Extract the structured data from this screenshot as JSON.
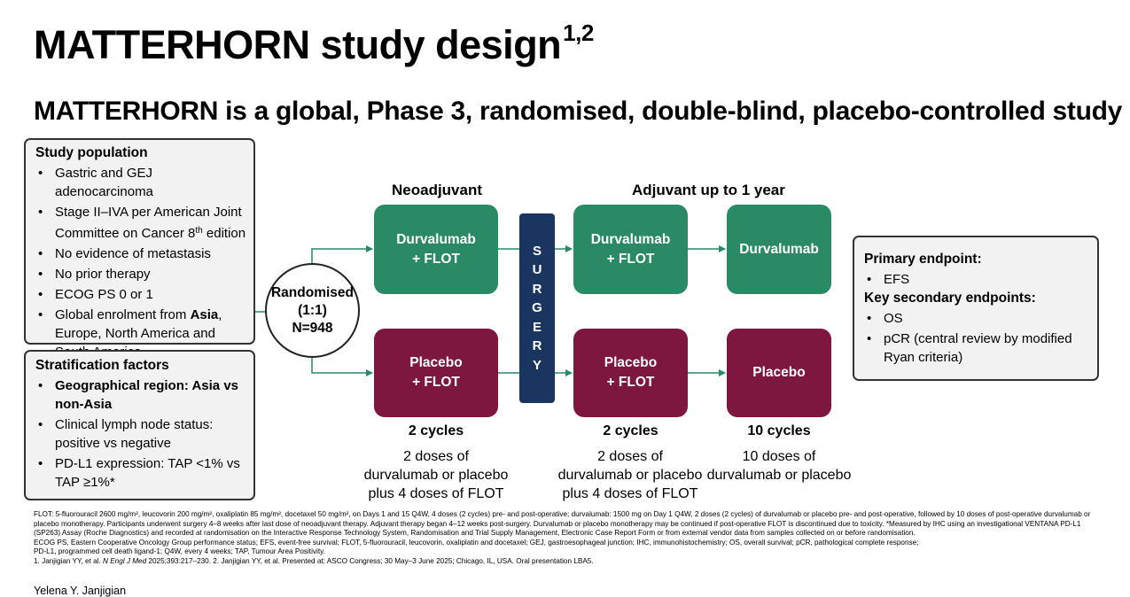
{
  "slide": {
    "title": "MATTERHORN study design",
    "title_sup": "1,2",
    "subtitle": "MATTERHORN is a global, Phase 3, randomised, double-blind, placebo-controlled study"
  },
  "study_population": {
    "heading": "Study population",
    "items": [
      "Gastric and GEJ adenocarcinoma",
      "No evidence of metastasis",
      "No prior therapy",
      "ECOG PS 0 or 1"
    ],
    "stage_item": {
      "pre": "Stage II–IVA per American Joint Committee on Cancer 8",
      "sup": "th",
      "post": " edition"
    },
    "global_item": {
      "pre": "Global enrolment from ",
      "bold": "Asia",
      "post": ", Europe, North America and South America"
    }
  },
  "stratification": {
    "heading": "Stratification factors",
    "items": [
      "Geographical region: Asia vs non-Asia",
      "Clinical lymph node status: positive vs negative",
      "PD-L1 expression: TAP <1% vs TAP ≥1%*"
    ]
  },
  "randomisation": {
    "label": "Randomised\n(1:1)\nN=948"
  },
  "phases": {
    "neoadjuvant": "Neoadjuvant",
    "adjuvant": "Adjuvant up to 1 year"
  },
  "surgery_letters": [
    "S",
    "U",
    "R",
    "G",
    "E",
    "R",
    "Y"
  ],
  "arms": {
    "durva_flot_neo": "Durvalumab\n+ FLOT",
    "durva_flot_adj": "Durvalumab\n+ FLOT",
    "durva_mono": "Durvalumab",
    "placebo_flot_neo": "Placebo\n+ FLOT",
    "placebo_flot_adj": "Placebo\n+ FLOT",
    "placebo_mono": "Placebo"
  },
  "cycles": {
    "neo": {
      "label": "2 cycles",
      "detail": "2 doses of\ndurvalumab or placebo\nplus 4 doses of FLOT"
    },
    "adj": {
      "label": "2 cycles",
      "detail": "2 doses of\ndurvalumab or placebo\nplus 4 doses of FLOT"
    },
    "mono": {
      "label": "10 cycles",
      "detail": "10 doses of\ndurvalumab or placebo"
    }
  },
  "endpoints": {
    "primary_heading": "Primary endpoint:",
    "primary_items": [
      "EFS"
    ],
    "secondary_heading": "Key secondary endpoints:",
    "secondary_items": [
      "OS",
      "pCR (central review by modified Ryan criteria)"
    ]
  },
  "footnotes": {
    "line1": "FLOT: 5-fluorouracil 2600 mg/m², leucovorin 200 mg/m², oxaliplatin 85 mg/m², docetaxel 50 mg/m², on Days 1 and 15 Q4W, 4 doses (2 cycles) pre- and post-operative; durvalumab: 1500 mg on Day 1 Q4W, 2 doses (2 cycles) of durvalumab or placebo pre- and post-operative, followed by 10 doses of post-operative durvalumab or placebo monotherapy. Participants underwent surgery 4–8 weeks after last dose of neoadjuvant therapy. Adjuvant therapy began 4–12 weeks post-surgery. Durvalumab or placebo monotherapy may be continued if post-operative FLOT is discontinued due to toxicity. *Measured by IHC using an investigational VENTANA PD-L1 (SP263) Assay (Roche Diagnostics) and recorded at randomisation on the Interactive Response Technology System, Randomisation and Trial Supply Management, Electronic Case Report Form or from external vendor data from samples collected on or before randomisation.",
    "line2": "ECOG PS, Eastern Cooperative Oncology Group performance status; EFS, event-free survival; FLOT, 5-fluorouracil, leucovorin, oxaliplatin and docetaxel; GEJ, gastroesophageal junction; IHC, immunohistochemistry; OS, overall survival; pCR, pathological complete response;",
    "line3": "PD-L1, programmed cell death ligand-1; Q4W, every 4 weeks; TAP, Tumour Area Positivity.",
    "ref_pre": "1. Janjigian YY, et al. ",
    "ref_journal": "N Engl J Med",
    "ref_post": " 2025;393:217–230. 2. Janjigian YY, et al. Presented at: ASCO Congress; 30 May–3 June 2025; Chicago, IL, USA. Oral presentation LBA5."
  },
  "presenter": "Yelena Y. Janjigian",
  "colors": {
    "durvalumab": "#2a8a66",
    "placebo": "#7d1740",
    "surgery": "#1a3560",
    "arrow": "#2a8a66"
  }
}
